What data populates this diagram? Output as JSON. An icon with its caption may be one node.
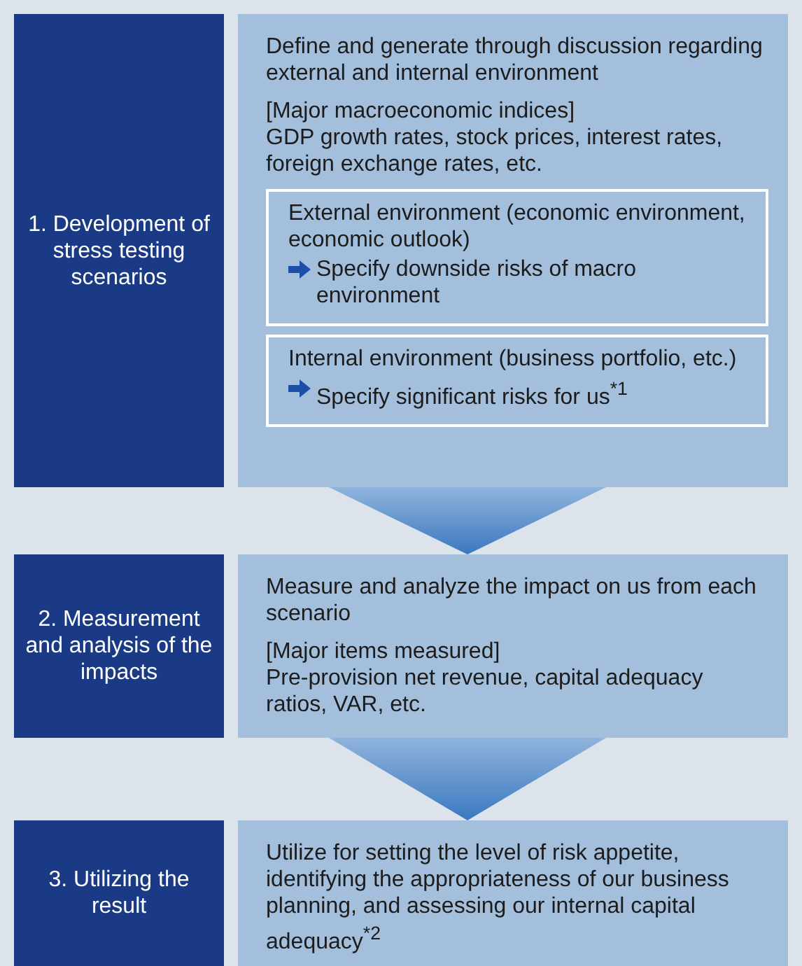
{
  "diagram": {
    "nodes": [
      {
        "text": [
          "1. Development of stress testing scenarios"
        ]
      },
      {
        "text": [
          "Define and generate through discussion regarding external and internal environment",
          "[Major macroeconomic indices]",
          "GDP growth rates, stock prices, interest rates, foreign exchange rates, etc."
        ]
      },
      {
        "text": [
          "External environment (economic environment, economic outlook)",
          "Specify downside risks of macro environment"
        ],
        "in": 1
      },
      {
        "text": [
          "Internal environment (business portfolio, etc.)",
          "Specify significant risks for us$^{*1}$"
        ],
        "in": 1
      },
      {
        "text": [
          "2. Measurement and analysis of the impacts"
        ]
      },
      {
        "text": [
          "Measure and analyze the impact on us from each scenario",
          "[Major items measured]",
          "Pre-provision net revenue, capital adequacy ratios, VAR, etc."
        ]
      },
      {
        "text": [
          "3. Utilizing the result"
        ]
      },
      {
        "text": [
          "Utilize for setting the level of risk appetite, identifying the appropriateness of our business planning, and assessing our internal capital adequacy$^{*2}$"
        ]
      }
    ],
    "edges": [
      {
        "from": 1,
        "to": 5,
        "arrow": "to"
      },
      {
        "from": 5,
        "to": 7,
        "arrow": "to"
      }
    ]
  }
}
